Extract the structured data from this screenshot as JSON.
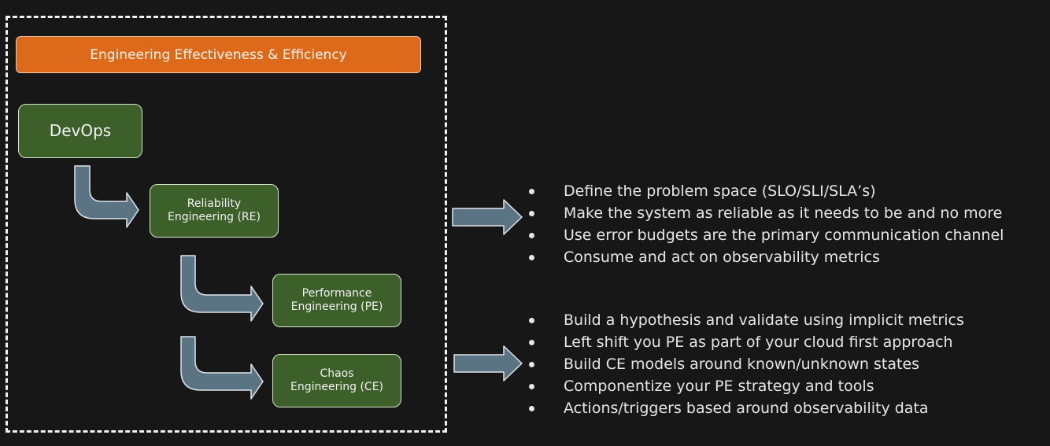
{
  "header": {
    "title": "Engineering Effectiveness & Efficiency"
  },
  "nodes": {
    "devops": "DevOps",
    "reliability": "Reliability\nEngineering (RE)",
    "performance": "Performance\nEngineering (PE)",
    "chaos": "Chaos\nEngineering (CE)"
  },
  "lists": {
    "reliability_points": [
      "Define the problem space (SLO/SLI/SLA’s)",
      "Make the system as reliable as it needs to be and no more",
      "Use error budgets are the primary communication channel",
      "Consume and act on observability metrics"
    ],
    "performance_points": [
      "Build a hypothesis and validate using implicit metrics",
      "Left shift you PE as part of your cloud first approach",
      "Build CE models around known/unknown states",
      "Componentize your PE strategy and tools",
      "Actions/triggers based around observability data"
    ]
  },
  "colors": {
    "background": "#171718",
    "header_fill": "#dd6a1b",
    "node_fill": "#3d5f2a",
    "arrow_fill": "#5b7484",
    "arrow_stroke": "#dfe6ea"
  },
  "icons": [
    "curved-arrow-icon",
    "right-arrow-icon"
  ]
}
